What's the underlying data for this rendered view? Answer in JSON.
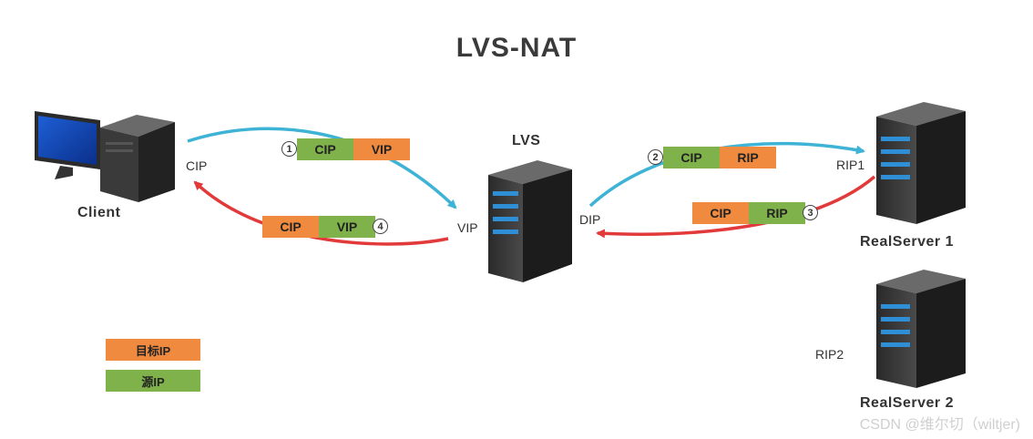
{
  "title": "LVS-NAT",
  "nodes": {
    "client": "Client",
    "lvs": "LVS",
    "realserver1": "RealServer 1",
    "realserver2": "RealServer 2"
  },
  "ip_labels": {
    "cip": "CIP",
    "vip": "VIP",
    "dip": "DIP",
    "rip1": "RIP1",
    "rip2": "RIP2"
  },
  "packets": {
    "p1": {
      "step": "1",
      "a": "CIP",
      "b": "VIP"
    },
    "p2": {
      "step": "2",
      "a": "CIP",
      "b": "RIP"
    },
    "p3": {
      "step": "3",
      "a": "CIP",
      "b": "RIP"
    },
    "p4": {
      "step": "4",
      "a": "CIP",
      "b": "VIP"
    }
  },
  "legend": {
    "dest": "目标IP",
    "source": "源IP"
  },
  "watermark": "CSDN @维尔切（wiltjer)",
  "colors": {
    "request_arrow": "#3fb3d6",
    "response_arrow": "#e23a3a",
    "source_ip": "#7fb24a",
    "dest_ip": "#ef8a3f"
  }
}
